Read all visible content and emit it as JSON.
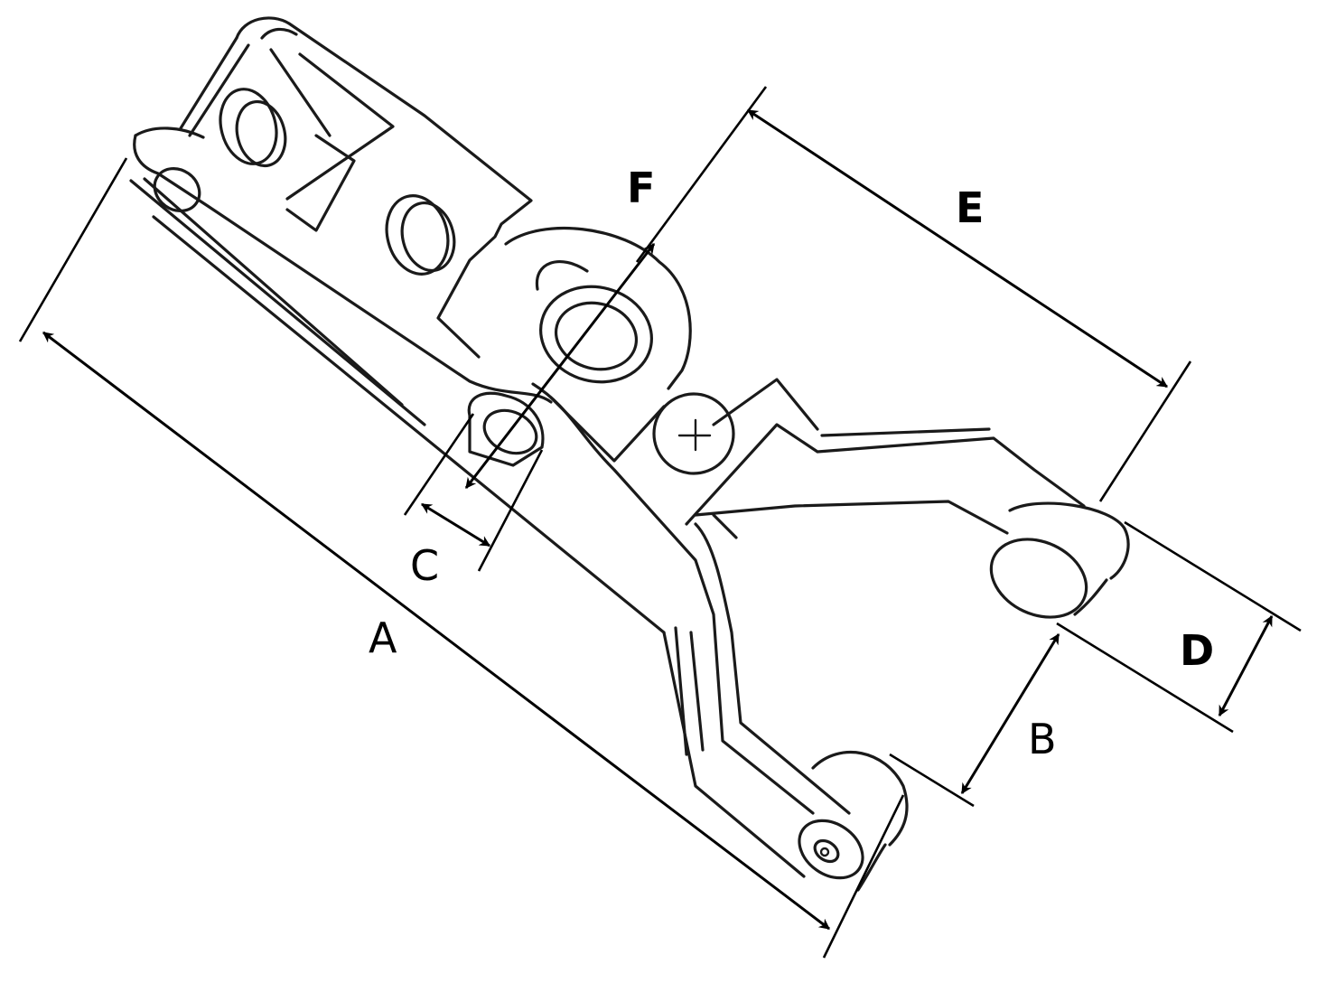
{
  "diagram": {
    "labels": {
      "A": "A",
      "B": "B",
      "C": "C",
      "D": "D",
      "E": "E",
      "F": "F"
    },
    "colors": {
      "line": "#000000",
      "background": "#ffffff"
    }
  }
}
